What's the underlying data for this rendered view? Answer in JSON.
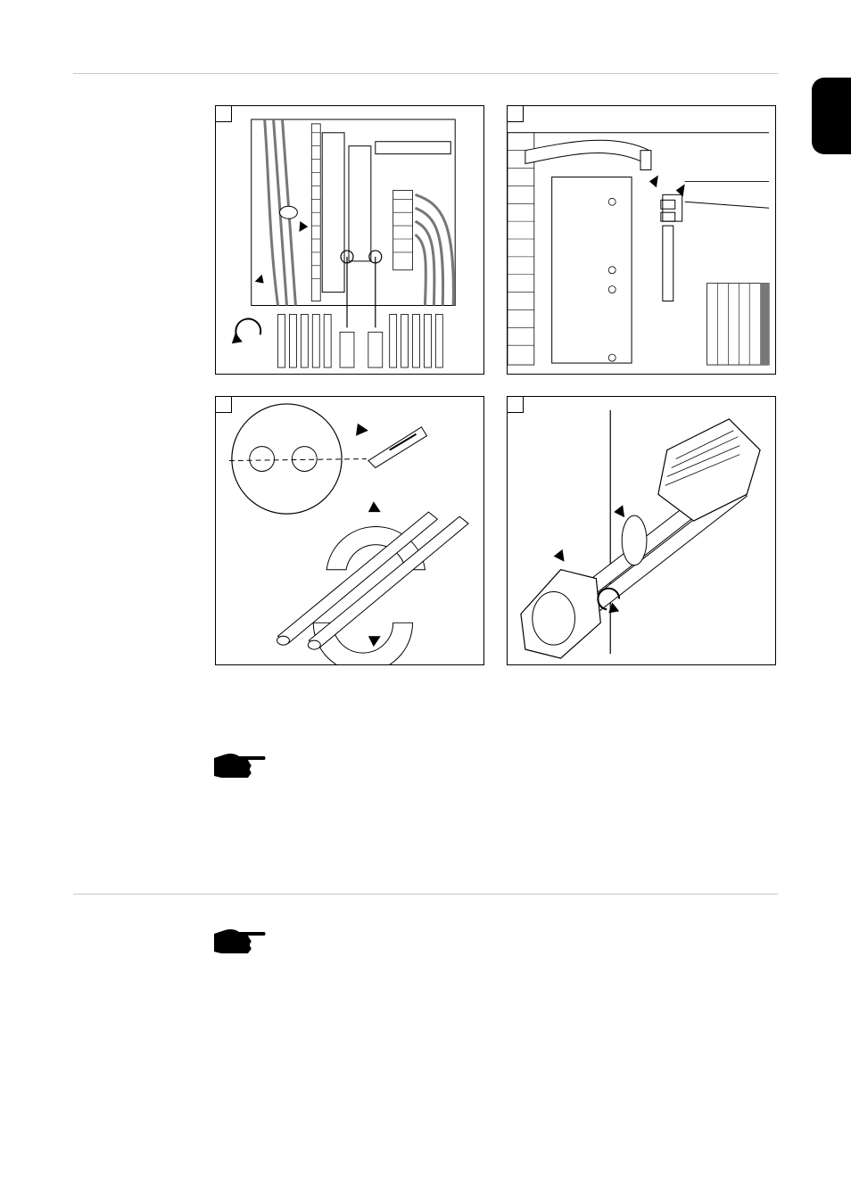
{
  "page": {
    "icons": {
      "language_tab": "language-tab-marker",
      "note": "pointing-hand-icon"
    },
    "figures": [
      {
        "step_label": "",
        "subject": "inverter-cabinet-wiring"
      },
      {
        "step_label": "",
        "subject": "datacom-connector-insertion"
      },
      {
        "step_label": "",
        "subject": "cable-grommet-cutting"
      },
      {
        "step_label": "",
        "subject": "cable-gland-assembly"
      }
    ],
    "notes": [
      {
        "icon": "pointing-hand-icon",
        "text": ""
      },
      {
        "icon": "pointing-hand-icon",
        "text": ""
      }
    ],
    "colors": {
      "ink": "#000000",
      "rule": "#c8c8c8",
      "cable_fill": "#9a9a9a"
    }
  }
}
